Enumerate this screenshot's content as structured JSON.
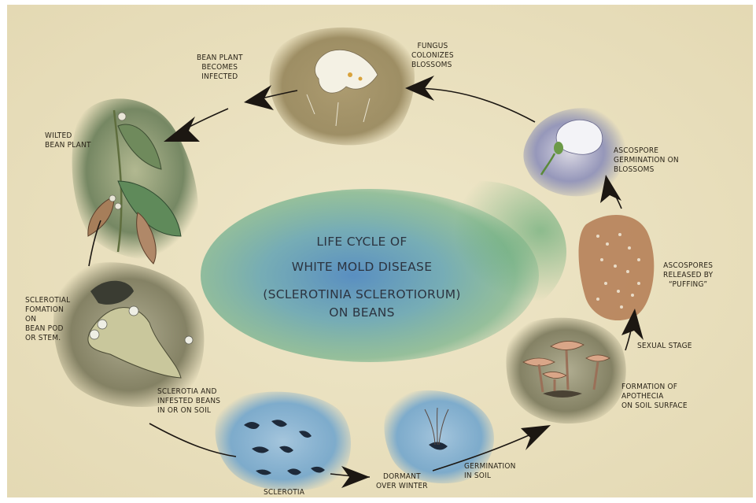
{
  "title": {
    "line1": "LIFE CYCLE OF",
    "line2": "WHITE MOLD DISEASE",
    "line3": "(SCLEROTINIA SCLEROTIORUM)",
    "line4": "ON BEANS"
  },
  "stages": {
    "fungus_colonizes": {
      "line1": "FUNGUS",
      "line2": "COLONIZES",
      "line3": "BLOSSOMS"
    },
    "bean_infected": {
      "line1": "BEAN PLANT",
      "line2": "BECOMES",
      "line3": "INFECTED"
    },
    "wilted_plant": {
      "line1": "WILTED",
      "line2": "BEAN PLANT"
    },
    "ascospore_germination": {
      "line1": "ASCOSPORE",
      "line2": "GERMINATION ON",
      "line3": "BLOSSOMS"
    },
    "ascospores_released": {
      "line1": "ASCOSPORES",
      "line2": "RELEASED BY",
      "line3": "“PUFFING”"
    },
    "sexual_stage": {
      "line1": "SEXUAL STAGE"
    },
    "apothecia": {
      "line1": "FORMATION OF",
      "line2": "APOTHECIA",
      "line3": "ON SOIL SURFACE"
    },
    "sclerotial_formation": {
      "line1": "SCLEROTIAL",
      "line2": "FOMATION",
      "line3": "ON",
      "line4": "BEAN POD",
      "line5": "OR STEM."
    },
    "sclerotia_infested": {
      "line1": "SCLEROTIA AND",
      "line2": "INFESTED BEANS",
      "line3": "IN OR ON SOIL"
    },
    "sclerotia": {
      "line1": "SCLEROTIA"
    },
    "dormant": {
      "line1": "DORMANT",
      "line2": "OVER WINTER"
    },
    "germination_soil": {
      "line1": "GERMINATION",
      "line2": "IN SOIL"
    }
  },
  "colors": {
    "paper": "#ece3c3",
    "frame": "#ffffff",
    "arrow": "#1c1712",
    "title_green": "#4fa27a",
    "title_blue": "#3f7fc0",
    "soil_brown": "#8b7a4e",
    "spore_rust": "#b37a52"
  }
}
